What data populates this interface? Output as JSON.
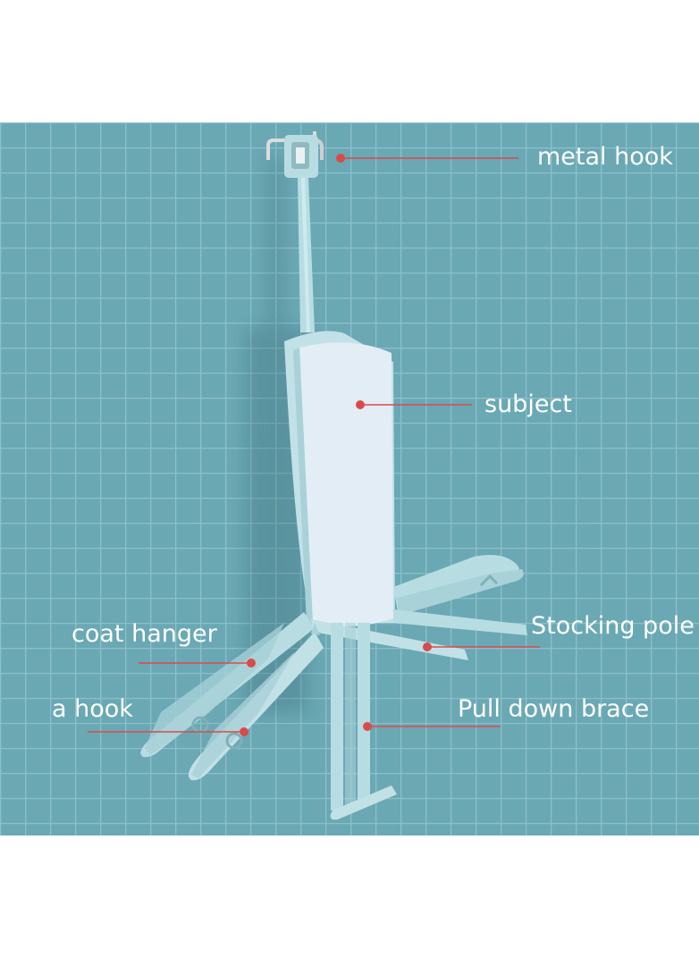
{
  "colors": {
    "background": "#ffffff",
    "tile": "#6aa8b4",
    "grout": "#8cc0ca",
    "product_teal": "#b7dde2",
    "product_body": "#e3edf6",
    "leader_line": "#d94b4b",
    "label_text": "#ffffff"
  },
  "labels": {
    "metal_hook": "metal hook",
    "subject": "subject",
    "coat_hanger": "coat hanger",
    "stocking_pole": "Stocking pole",
    "a_hook": "a hook",
    "pull_down_brace": "Pull down brace"
  }
}
